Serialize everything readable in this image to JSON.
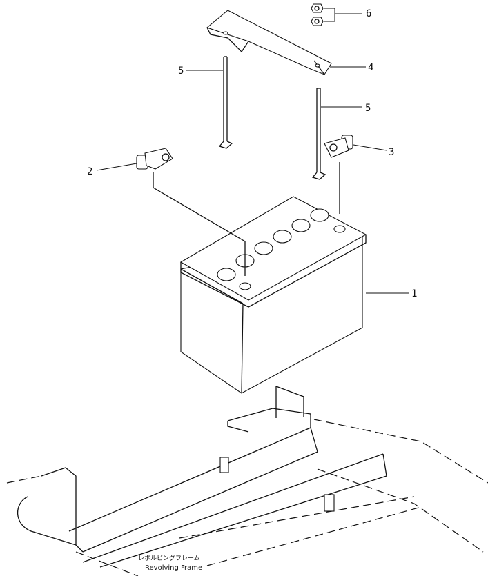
{
  "callouts": [
    {
      "id": "1",
      "text": "1"
    },
    {
      "id": "2",
      "text": "2"
    },
    {
      "id": "3",
      "text": "3"
    },
    {
      "id": "4",
      "text": "4"
    },
    {
      "id": "5a",
      "text": "5"
    },
    {
      "id": "5b",
      "text": "5"
    },
    {
      "id": "6",
      "text": "6"
    }
  ],
  "caption": {
    "japanese": "レボルビングフレーム",
    "english": "Revolving Frame"
  }
}
